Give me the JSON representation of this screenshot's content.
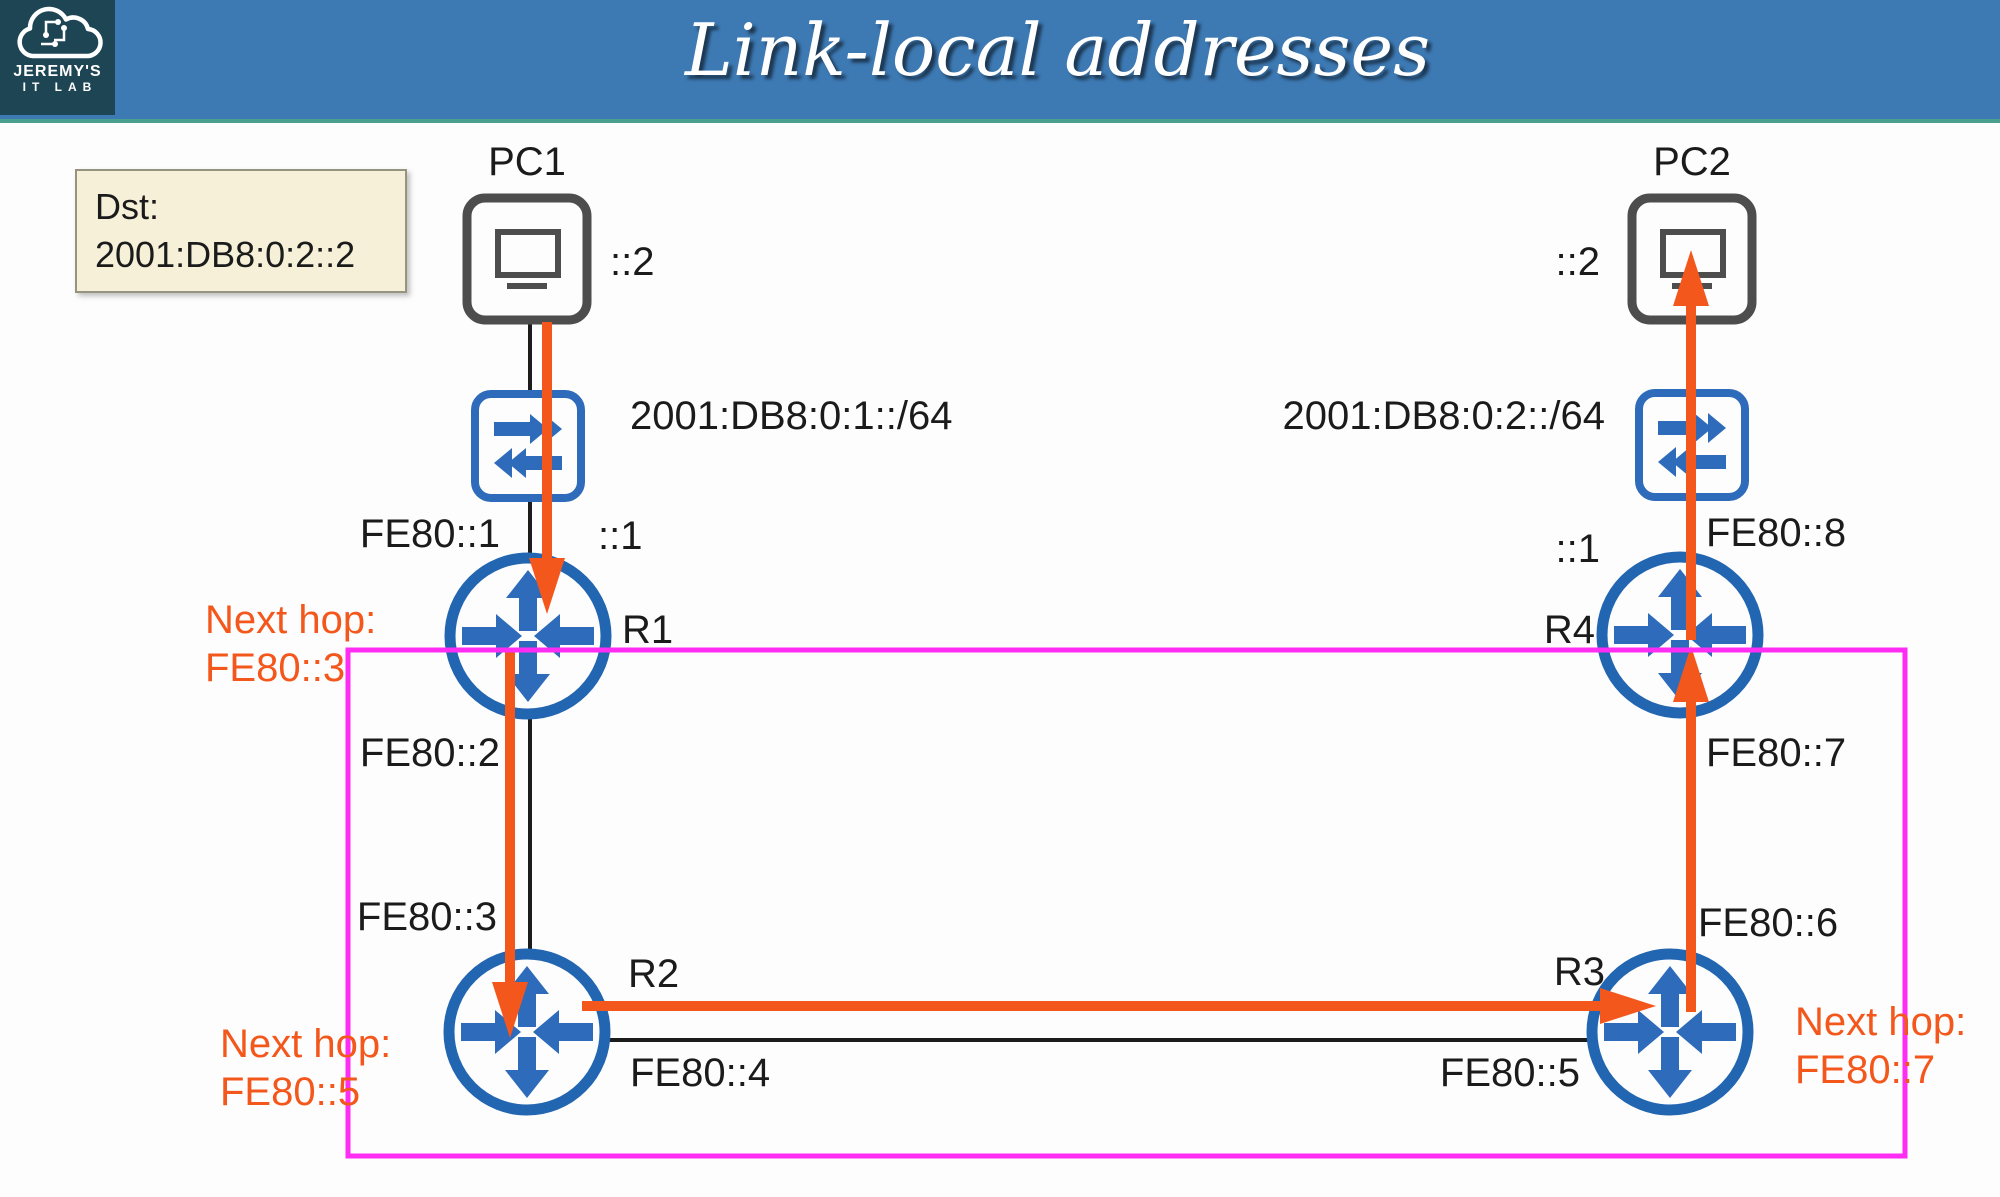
{
  "header": {
    "logo": {
      "line1": "JEREMY'S",
      "line2": "IT LAB"
    },
    "title": "Link-local addresses"
  },
  "note": {
    "line1": "Dst:",
    "line2": "2001:DB8:0:2::2"
  },
  "networks": {
    "left": "2001:DB8:0:1::/64",
    "right": "2001:DB8:0:2::/64"
  },
  "nodes": {
    "pc1": {
      "label": "PC1",
      "address": "::2"
    },
    "pc2": {
      "label": "PC2",
      "address": "::2"
    },
    "r1": {
      "label": "R1",
      "lan_ip": "::1",
      "lan_ll": "FE80::1",
      "down_ll": "FE80::2"
    },
    "r2": {
      "label": "R2",
      "up_ll": "FE80::3",
      "right_ll": "FE80::4"
    },
    "r3": {
      "label": "R3",
      "left_ll": "FE80::5",
      "up_ll": "FE80::6"
    },
    "r4": {
      "label": "R4",
      "lan_ip": "::1",
      "lan_ll": "FE80::8",
      "down_ll": "FE80::7"
    }
  },
  "annotations": {
    "next_hop_r1": {
      "line1": "Next hop:",
      "line2": "FE80::3"
    },
    "next_hop_r2": {
      "line1": "Next hop:",
      "line2": "FE80::5"
    },
    "next_hop_r3": {
      "line1": "Next hop:",
      "line2": "FE80::7"
    }
  },
  "colors": {
    "header_blue": "#3d79b3",
    "logo_background": "#1e4554",
    "teal_underline": "#4aa08f",
    "device_blue": "#2265b0",
    "packet_orange": "#f4571c",
    "highlight_magenta": "#ff2cf4",
    "note_background": "#f6f0d8",
    "link_black": "#1c1c1c"
  }
}
